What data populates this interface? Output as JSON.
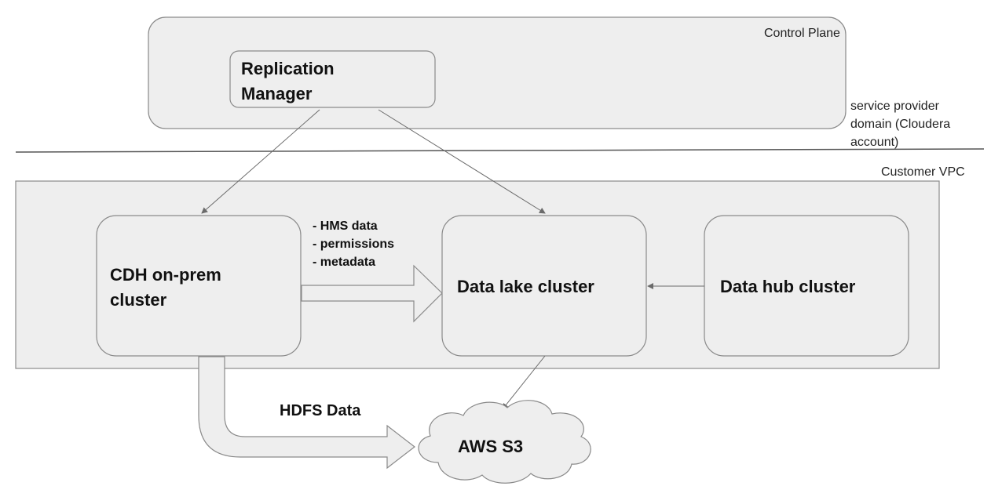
{
  "regions": {
    "control_plane": "Control Plane",
    "customer_vpc": "Customer VPC",
    "service_provider": [
      "service provider",
      "domain (Cloudera",
      "account)"
    ]
  },
  "nodes": {
    "replication_manager": [
      "Replication",
      "Manager"
    ],
    "cdh_cluster": [
      "CDH on-prem",
      "cluster"
    ],
    "data_lake": "Data lake cluster",
    "data_hub": "Data hub cluster",
    "aws_s3": "AWS S3"
  },
  "annotations": {
    "migration_items": [
      "- HMS data",
      "- permissions",
      "- metadata"
    ],
    "hdfs_data": "HDFS Data"
  },
  "colors": {
    "fill": "#eeeeee",
    "stroke": "#888888",
    "line": "#6b6b6b",
    "text": "#111111"
  }
}
